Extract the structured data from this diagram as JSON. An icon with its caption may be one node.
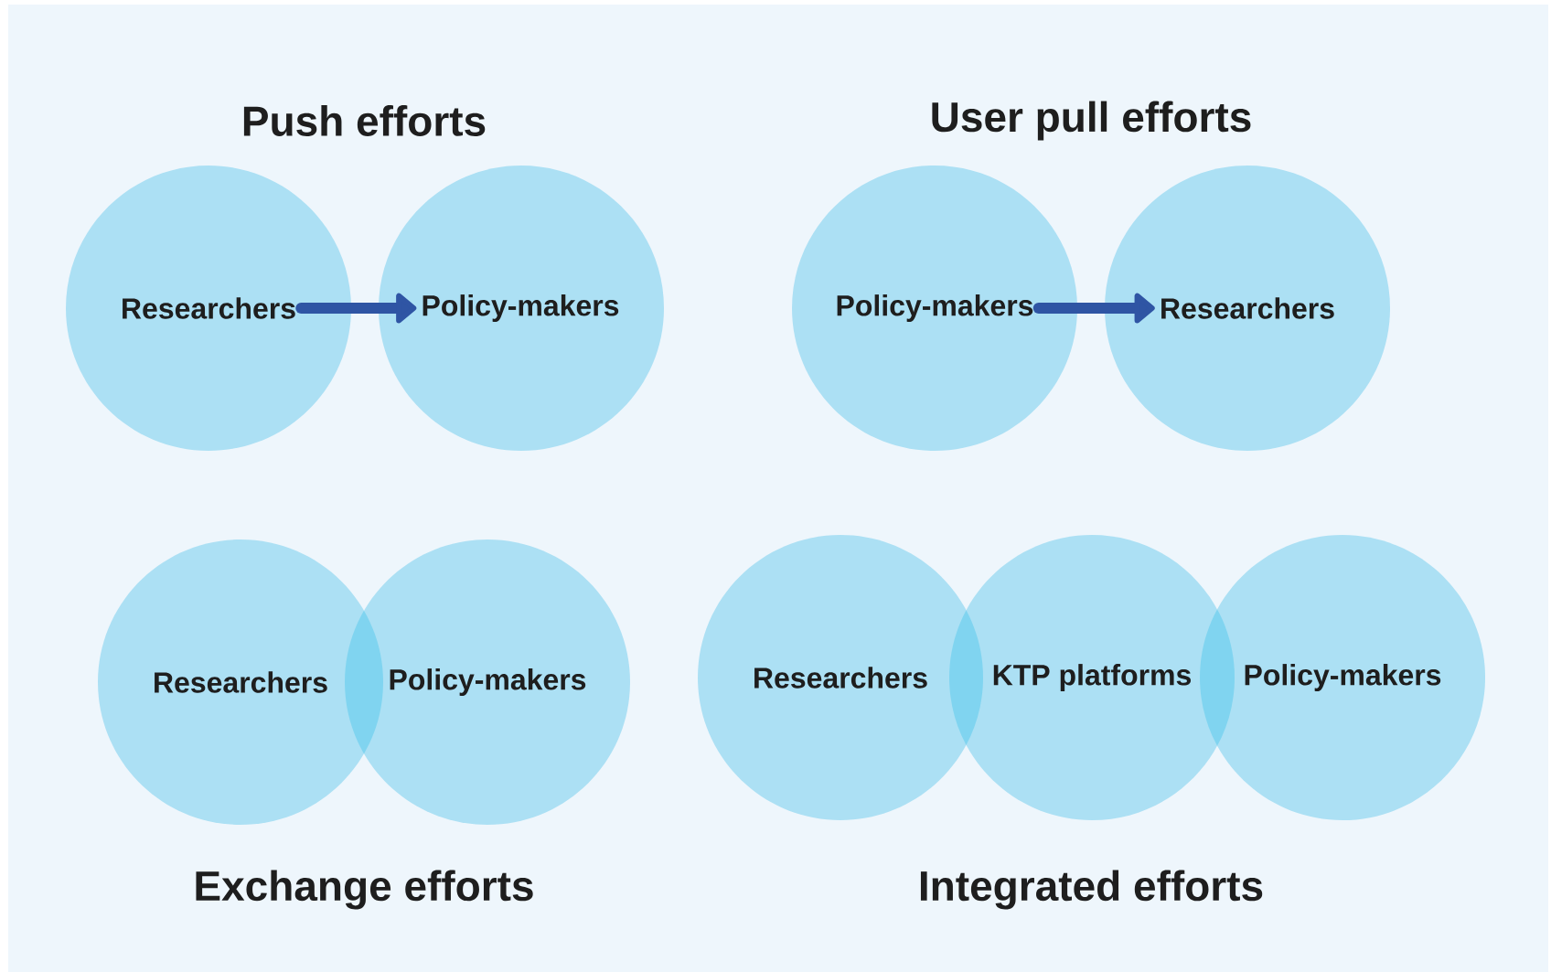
{
  "diagram": {
    "nodes": [
      {
        "text": [
          "Researchers"
        ]
      },
      {
        "text": [
          "Policy-makers"
        ]
      },
      {
        "text": [
          "Policy-makers"
        ]
      },
      {
        "text": [
          "Researchers"
        ]
      },
      {
        "text": [
          "Researchers"
        ]
      },
      {
        "text": [
          "Policy-makers"
        ]
      },
      {
        "text": [
          "Researchers"
        ]
      },
      {
        "text": [
          "KTP platforms"
        ]
      },
      {
        "text": [
          "Policy-makers"
        ]
      }
    ],
    "edges": [
      {
        "from": 0,
        "to": 1,
        "arrow": "to"
      },
      {
        "from": 2,
        "to": 3,
        "arrow": "to"
      }
    ],
    "labels": [
      "Push efforts",
      "User pull efforts",
      "Exchange efforts",
      "Integrated efforts"
    ]
  }
}
